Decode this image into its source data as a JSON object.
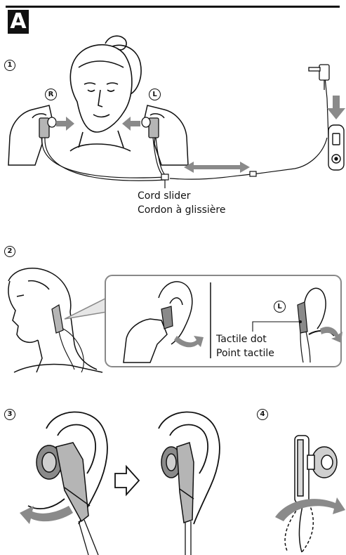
{
  "section_label": "A",
  "steps": [
    "1",
    "2",
    "3",
    "4"
  ],
  "side_marks": {
    "right": "R",
    "left": "L"
  },
  "step1": {
    "cord_slider_en": "Cord slider",
    "cord_slider_fr": "Cordon à glissière"
  },
  "step2": {
    "tactile_dot_en": "Tactile dot",
    "tactile_dot_fr": "Point tactile"
  },
  "colors": {
    "ink": "#111111",
    "arrow_gray": "#8a8a8a",
    "earbud_gray": "#b5b5b5"
  },
  "icons": [
    "head-illustration",
    "earbud-icon",
    "player-device-icon",
    "double-arrow-icon",
    "next-step-arrow-icon",
    "curved-arrow-icon"
  ]
}
